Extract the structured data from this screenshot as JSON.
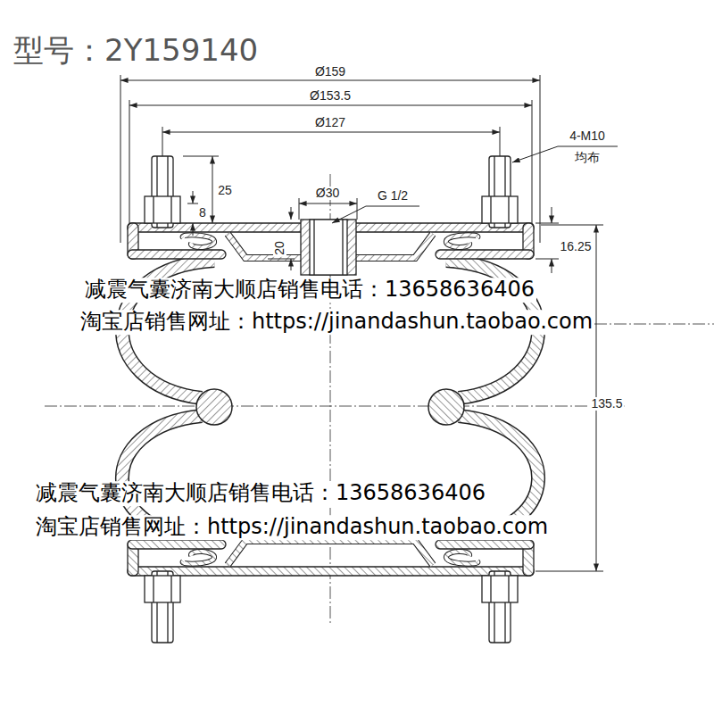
{
  "diagram": {
    "title": "型号：2Y159140",
    "labels": [
      "Ø159",
      "Ø153.5",
      "Ø127",
      "4-M10",
      "均布",
      "25",
      "8",
      "Ø30",
      "G 1/2",
      "20",
      "16.25",
      "135.5",
      "减震气囊济南大顺店销售电话：13658636406",
      "淘宝店销售网址：https://jinandashun.taobao.com",
      "减震气囊济南大顺店销售电话：13658636406",
      "淘宝店销售网址：https://jinandashun.taobao.com"
    ]
  }
}
